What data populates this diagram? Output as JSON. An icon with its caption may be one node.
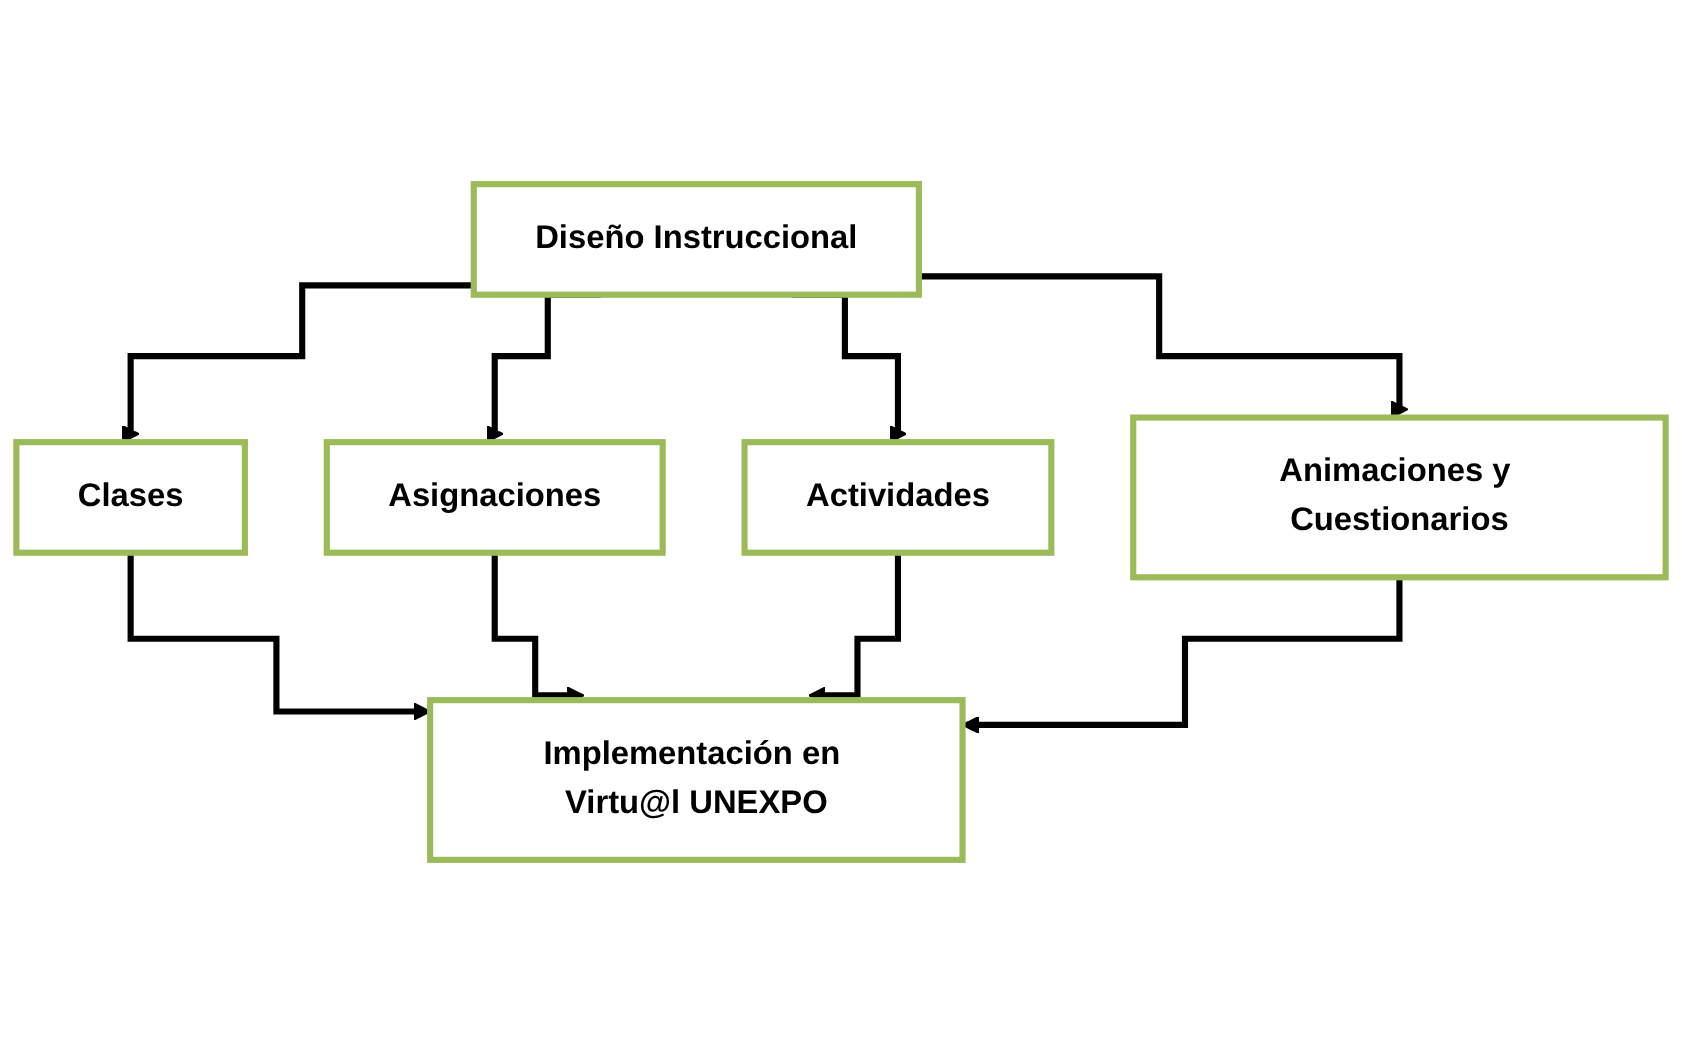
{
  "diagram": {
    "nodes": [
      {
        "text": [
          "Diseño Instruccional"
        ]
      },
      {
        "text": [
          "Clases"
        ]
      },
      {
        "text": [
          "Asignaciones"
        ]
      },
      {
        "text": [
          "Actividades"
        ]
      },
      {
        "text": [
          "Animaciones y Cuestionarios"
        ]
      },
      {
        "text": [
          "Implementación en Virtu@l UNEXPO"
        ]
      }
    ],
    "edges": [
      {
        "from": 0,
        "to": 1,
        "arrow": "to"
      },
      {
        "from": 0,
        "to": 2,
        "arrow": "to"
      },
      {
        "from": 0,
        "to": 3,
        "arrow": "to"
      },
      {
        "from": 0,
        "to": 4,
        "arrow": "to"
      },
      {
        "from": 1,
        "to": 5,
        "arrow": "to"
      },
      {
        "from": 2,
        "to": 5,
        "arrow": "to"
      },
      {
        "from": 3,
        "to": 5,
        "arrow": "to"
      },
      {
        "from": 4,
        "to": 5,
        "arrow": "to"
      }
    ]
  }
}
